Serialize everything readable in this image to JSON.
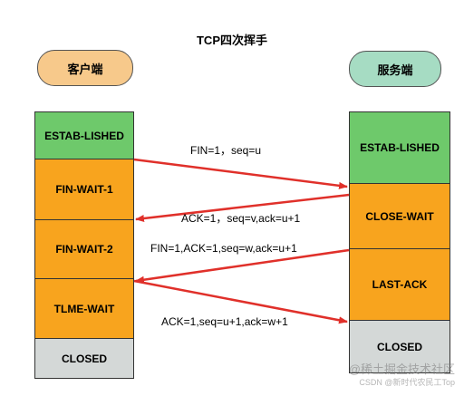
{
  "title": "TCP四次挥手",
  "client": {
    "label": "客户端",
    "states": [
      "ESTAB-LISHED",
      "FIN-WAIT-1",
      "FIN-WAIT-2",
      "TLME-WAIT",
      "CLOSED"
    ]
  },
  "server": {
    "label": "服务端",
    "states": [
      "ESTAB-LISHED",
      "CLOSE-WAIT",
      "LAST-ACK",
      "CLOSED"
    ]
  },
  "messages": [
    "FIN=1，seq=u",
    "ACK=1，seq=v,ack=u+1",
    "FIN=1,ACK=1,seq=w,ack=u+1",
    "ACK=1,seq=u+1,ack=w+1"
  ],
  "watermark": {
    "main": "@稀土掘金技术社区",
    "sub": "CSDN @新时代农民工Top"
  },
  "colors": {
    "arrow": "#e0302a",
    "established": "#6ec96b",
    "waiting": "#f8a41e",
    "closed": "#d4d8d7"
  }
}
